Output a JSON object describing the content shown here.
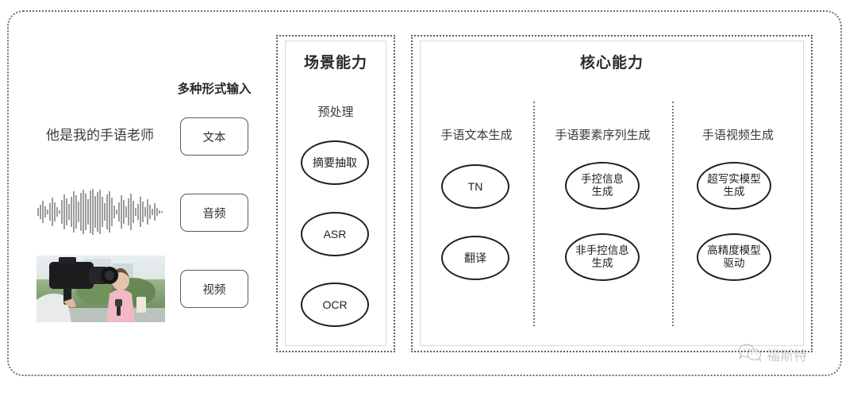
{
  "diagram": {
    "input_section": {
      "heading": "多种形式输入",
      "sample_text": "他是我的手语老师",
      "modalities": [
        {
          "label": "文本",
          "icon": "text-icon"
        },
        {
          "label": "音频",
          "icon": "waveform-icon"
        },
        {
          "label": "视频",
          "icon": "video-thumbnail"
        }
      ]
    },
    "scene_panel": {
      "title": "场景能力",
      "group_label": "预处理",
      "nodes": [
        {
          "label": "摘要抽取"
        },
        {
          "label": "ASR"
        },
        {
          "label": "OCR"
        }
      ]
    },
    "core_panel": {
      "title": "核心能力",
      "columns": [
        {
          "label": "手语文本生成",
          "nodes": [
            {
              "label": "TN"
            },
            {
              "label": "翻译"
            }
          ]
        },
        {
          "label": "手语要素序列生成",
          "nodes": [
            {
              "label": "手控信息\n生成"
            },
            {
              "label": "非手控信息\n生成"
            }
          ]
        },
        {
          "label": "手语视频生成",
          "nodes": [
            {
              "label": "超写实模型\n生成"
            },
            {
              "label": "高精度模型\n驱动"
            }
          ]
        }
      ]
    },
    "watermark": {
      "label": "福斯特",
      "icon": "wechat-icon"
    },
    "colors": {
      "background": "#ffffff",
      "border_dotted": "#5e5e5e",
      "node_stroke": "#1f1f1f",
      "text": "#2b2b2b",
      "watermark": "#8a8a8a"
    }
  }
}
